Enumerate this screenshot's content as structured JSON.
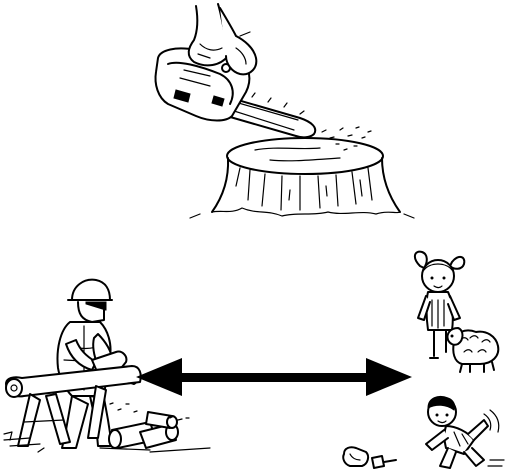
{
  "colors": {
    "line": "#000000",
    "background": "#ffffff"
  },
  "scene": {
    "top": "chainsaw-cutting-stump",
    "left": "worker-cutting-logs",
    "right": "children-and-dog",
    "arrow": "double-headed-distance-arrow"
  }
}
